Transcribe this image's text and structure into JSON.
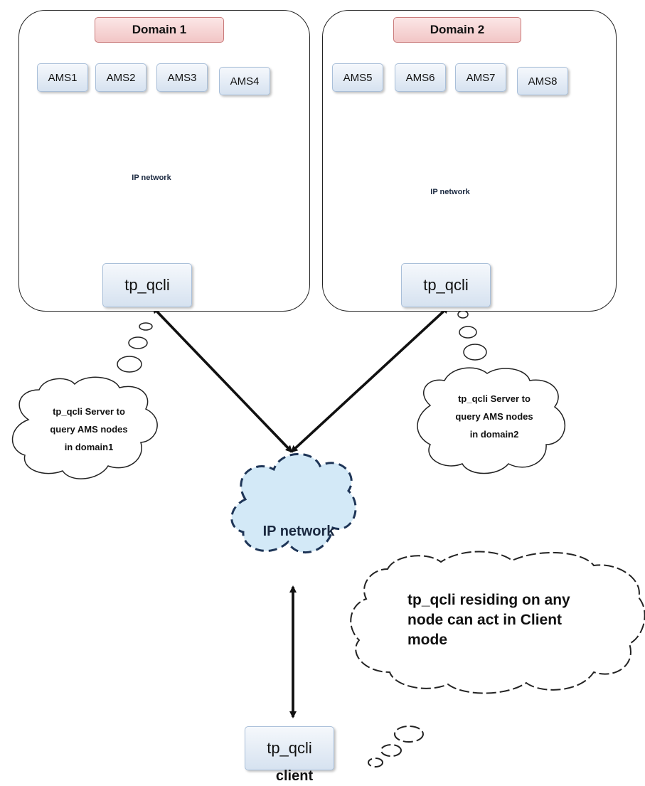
{
  "domains": [
    {
      "title": "Domain 1",
      "ams": [
        "AMS1",
        "AMS2",
        "AMS3",
        "AMS4"
      ],
      "network_label": "IP network",
      "tp_label": "tp_qcli"
    },
    {
      "title": "Domain 2",
      "ams": [
        "AMS5",
        "AMS6",
        "AMS7",
        "AMS8"
      ],
      "network_label": "IP network",
      "tp_label": "tp_qcli"
    }
  ],
  "central_network_label": "IP network",
  "client": {
    "box_label": "tp_qcli",
    "sub_label": "client"
  },
  "thoughts": {
    "domain1": [
      "tp_qcli Server to",
      "query AMS nodes",
      "in domain1"
    ],
    "domain2": [
      "tp_qcli Server to",
      "query AMS nodes",
      "in domain2"
    ],
    "client": [
      "tp_qcli residing on any",
      "node can act in Client",
      "mode"
    ]
  },
  "colors": {
    "domain_title_fill": "#f2c6c6",
    "node_fill": "#d6e2f0",
    "cloud_fill": "#d3e9f7",
    "cloud_stroke": "#1e3557"
  }
}
